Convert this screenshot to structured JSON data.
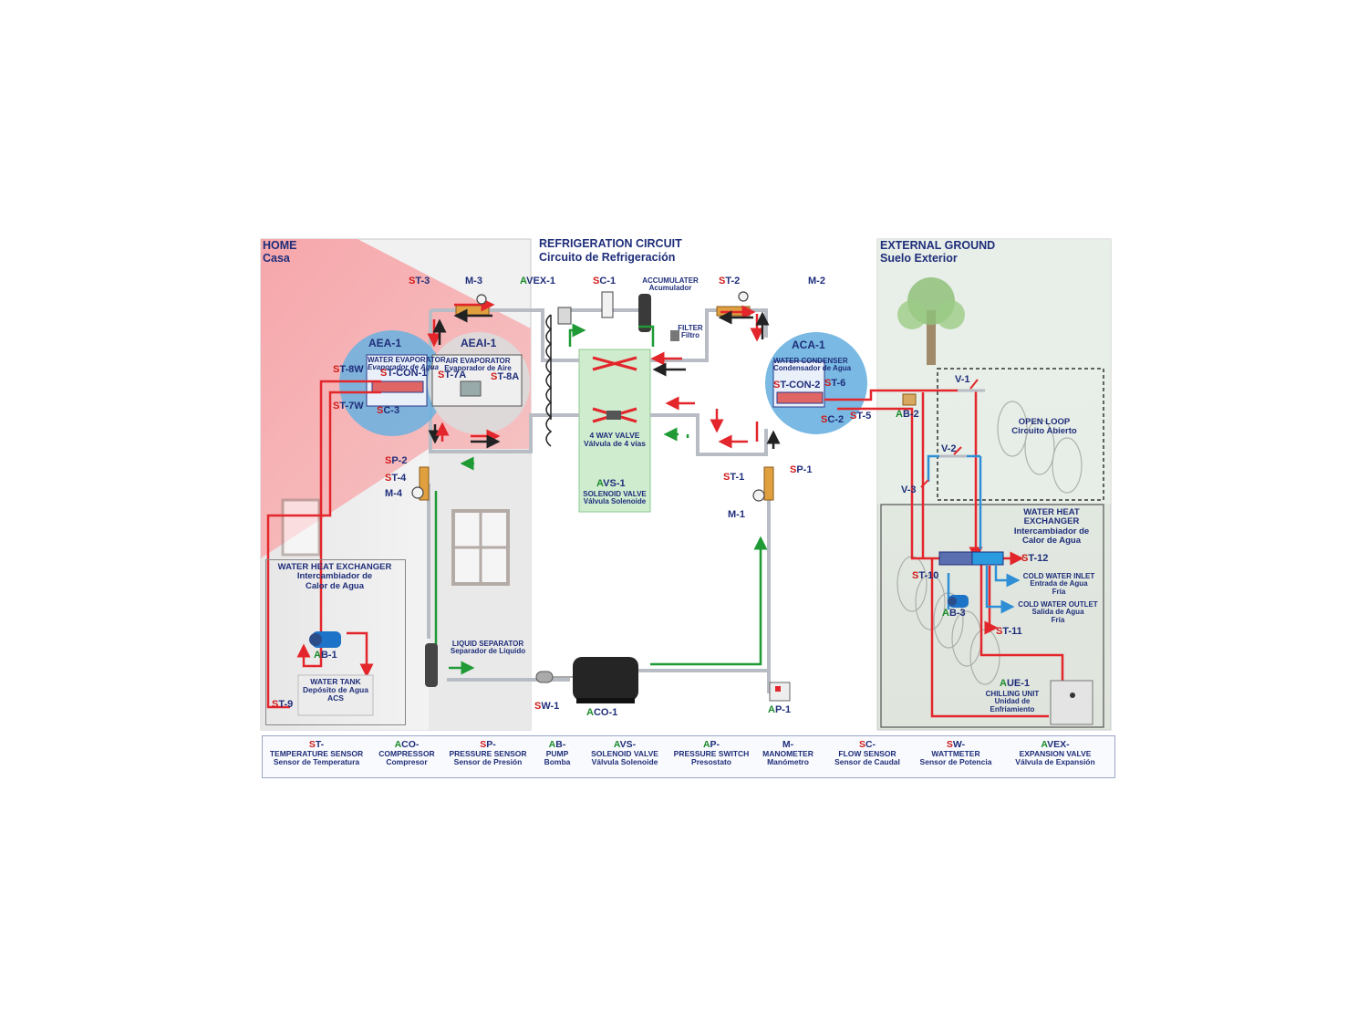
{
  "sections": {
    "home": {
      "title": "HOME",
      "subtitle": "Casa"
    },
    "refrigeration": {
      "title": "REFRIGERATION CIRCUIT",
      "subtitle": "Circuito de Refrigeración"
    },
    "external": {
      "title": "EXTERNAL GROUND",
      "subtitle": "Suelo Exterior"
    }
  },
  "components": {
    "aea1": {
      "code": "AEA-1"
    },
    "aeai1": {
      "code": "AEAI-1"
    },
    "water_evaporator": {
      "en": "WATER EVAPORATOR",
      "es": "Evaporador de Agua"
    },
    "air_evaporator": {
      "en": "AIR EVAPORATOR",
      "es": "Evaporador de Aire"
    },
    "avex1": {
      "prefix": "A",
      "code": "VEX-1"
    },
    "accumulater": {
      "en": "ACCUMULATER",
      "es": "Acumulador"
    },
    "filter": {
      "en": "FILTER",
      "es": "Filtro"
    },
    "four_way": {
      "en": "4 WAY VALVE",
      "es": "Válvula de 4 vías"
    },
    "avs1": {
      "prefix": "A",
      "code": "VS-1",
      "en": "SOLENOID VALVE",
      "es": "Válvula Solenoide"
    },
    "aca1": {
      "code": "ACA-1"
    },
    "water_condenser": {
      "en": "WATER CONDENSER",
      "es": "Condensador de Agua"
    },
    "liquid_separator": {
      "en": "LIQUID SEPARATOR",
      "es": "Separador de Líquido"
    },
    "home_hx": {
      "en": "WATER HEAT EXCHANGER",
      "es1": "Intercambiador de",
      "es2": "Calor de Agua"
    },
    "water_tank": {
      "en": "WATER TANK",
      "es": "Depósito de Agua",
      "es2": "ACS"
    },
    "open_loop": {
      "en": "OPEN LOOP",
      "es": "Circuito Abierto"
    },
    "ext_hx": {
      "en1": "WATER HEAT",
      "en2": "EXCHANGER",
      "es1": "Intercambiador de",
      "es2": "Calor de Agua"
    },
    "cold_inlet": {
      "en": "COLD WATER INLET",
      "es1": "Entrada de Agua",
      "es2": "Fría"
    },
    "cold_outlet": {
      "en": "COLD WATER OUTLET",
      "es1": "Salida de Agua",
      "es2": "Fría"
    },
    "aue1": {
      "prefix": "A",
      "code": "UE-1",
      "en": "CHILLING UNIT",
      "es1": "Unidad de",
      "es2": "Enfriamiento"
    }
  },
  "tags": {
    "st3": {
      "p": "S",
      "c": "T-3"
    },
    "m3": {
      "p": "",
      "c": "M-3"
    },
    "sc1": {
      "p": "S",
      "c": "C-1"
    },
    "st2": {
      "p": "S",
      "c": "T-2"
    },
    "m2": {
      "p": "",
      "c": "M-2"
    },
    "st8w": {
      "p": "S",
      "c": "T-8W"
    },
    "stcon1": {
      "p": "S",
      "c": "T-CON-1"
    },
    "st7a": {
      "p": "S",
      "c": "T-7A"
    },
    "st8a": {
      "p": "S",
      "c": "T-8A"
    },
    "st7w": {
      "p": "S",
      "c": "T-7W"
    },
    "sc3": {
      "p": "S",
      "c": "C-3"
    },
    "stcon2": {
      "p": "S",
      "c": "T-CON-2"
    },
    "st6": {
      "p": "S",
      "c": "T-6"
    },
    "sc2": {
      "p": "S",
      "c": "C-2"
    },
    "st5": {
      "p": "S",
      "c": "T-5"
    },
    "ab2": {
      "p": "A",
      "c": "B-2"
    },
    "sp2": {
      "p": "S",
      "c": "P-2"
    },
    "st4": {
      "p": "S",
      "c": "T-4"
    },
    "m4": {
      "p": "",
      "c": "M-4"
    },
    "st1": {
      "p": "S",
      "c": "T-1"
    },
    "sp1": {
      "p": "S",
      "c": "P-1"
    },
    "m1": {
      "p": "",
      "c": "M-1"
    },
    "v1": {
      "p": "",
      "c": "V-1"
    },
    "v2": {
      "p": "",
      "c": "V-2"
    },
    "v3": {
      "p": "",
      "c": "V-3"
    },
    "st12": {
      "p": "S",
      "c": "T-12"
    },
    "st10": {
      "p": "S",
      "c": "T-10"
    },
    "ab3": {
      "p": "A",
      "c": "B-3"
    },
    "st11": {
      "p": "S",
      "c": "T-11"
    },
    "ab1": {
      "p": "A",
      "c": "B-1"
    },
    "st9": {
      "p": "S",
      "c": "T-9"
    },
    "sw1": {
      "p": "S",
      "c": "W-1"
    },
    "aco1": {
      "p": "A",
      "c": "CO-1"
    },
    "ap1": {
      "p": "A",
      "c": "P-1"
    }
  },
  "legend": [
    {
      "p": "S",
      "c": "T-",
      "en": "TEMPERATURE SENSOR",
      "es": "Sensor de Temperatura"
    },
    {
      "p": "A",
      "c": "CO-",
      "en": "COMPRESSOR",
      "es": "Compresor"
    },
    {
      "p": "S",
      "c": "P-",
      "en": "PRESSURE SENSOR",
      "es": "Sensor de Presión"
    },
    {
      "p": "A",
      "c": "B-",
      "en": "PUMP",
      "es": "Bomba"
    },
    {
      "p": "A",
      "c": "VS-",
      "en": "SOLENOID VALVE",
      "es": "Válvula Solenoide"
    },
    {
      "p": "A",
      "c": "P-",
      "en": "PRESSURE SWITCH",
      "es": "Presostato"
    },
    {
      "p": "",
      "c": "M-",
      "en": "MANOMETER",
      "es": "Manómetro"
    },
    {
      "p": "S",
      "c": "C-",
      "en": "FLOW SENSOR",
      "es": "Sensor de Caudal"
    },
    {
      "p": "S",
      "c": "W-",
      "en": "WATTMETER",
      "es": "Sensor de Potencia"
    },
    {
      "p": "A",
      "c": "VEX-",
      "en": "EXPANSION VALVE",
      "es": "Válvula de Expansión"
    }
  ],
  "colors": {
    "hot": "#e3262b",
    "cold": "#2e8fd6",
    "refrigerant": "#b8bcc4",
    "flow_green": "#1f9a35",
    "label_blue": "#1f2e7a",
    "prefix_red": "#d11a1a",
    "prefix_green": "#1b8a2a"
  }
}
